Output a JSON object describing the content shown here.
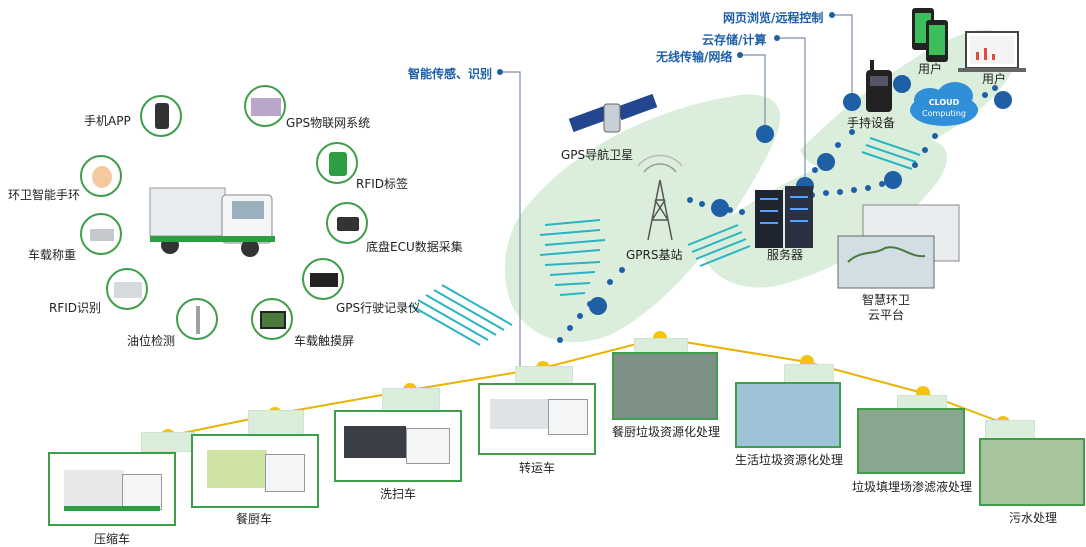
{
  "top_links": {
    "web": "网页浏览/远程控制",
    "cloud": "云存储/计算",
    "wireless": "无线传输/网络",
    "sensing": "智能传感、识别"
  },
  "devices": {
    "app": "手机APP",
    "iot": "GPS物联网系统",
    "bracelet": "环卫智能手环",
    "rfid_tag": "RFID标签",
    "scale": "车载称重",
    "ecu": "底盘ECU数据采集",
    "rfid_read": "RFID识别",
    "gps_rec": "GPS行驶记录仪",
    "oil": "油位检测",
    "touch": "车载触摸屏"
  },
  "network": {
    "satellite": "GPS导航卫星",
    "base": "GPRS基站",
    "server": "服务器",
    "handheld": "手持设备",
    "user1": "用户",
    "user2": "用户",
    "cloud1": "CLOUD",
    "cloud2": "Computing",
    "platform1": "智慧环卫",
    "platform2": "云平台"
  },
  "facilities": {
    "compact": "压缩车",
    "kitchen": "餐厨车",
    "sweeper": "洗扫车",
    "transfer": "转运车",
    "kw_plant": "餐厨垃圾资源化处理",
    "dw_plant": "生活垃圾资源化处理",
    "leachate": "垃圾填埋场渗滤液处理",
    "sewage": "污水处理"
  },
  "colors": {
    "accent_blue": "#1f5fa6",
    "green": "#3f9e4a",
    "gold": "#f5c211",
    "teal": "#2ab3c2",
    "pale_green": "#dbeedb"
  }
}
